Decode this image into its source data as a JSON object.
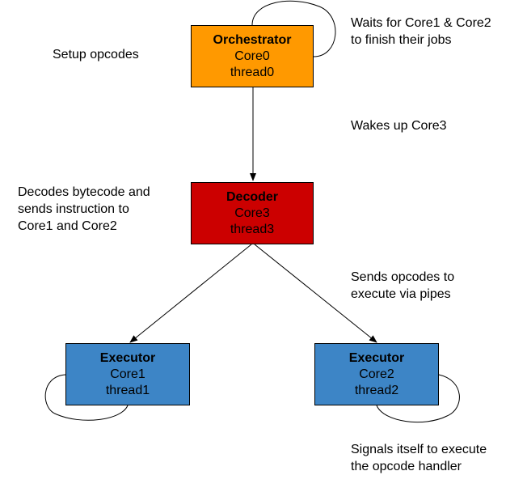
{
  "nodes": {
    "orchestrator": {
      "title": "Orchestrator",
      "core": "Core0",
      "thread": "thread0",
      "color": "#ff9900"
    },
    "decoder": {
      "title": "Decoder",
      "core": "Core3",
      "thread": "thread3",
      "color": "#cc0000"
    },
    "executor1": {
      "title": "Executor",
      "core": "Core1",
      "thread": "thread1",
      "color": "#3d85c6"
    },
    "executor2": {
      "title": "Executor",
      "core": "Core2",
      "thread": "thread2",
      "color": "#3d85c6"
    }
  },
  "notes": {
    "setup": "Setup opcodes",
    "wait": "Waits for Core1 & Core2\nto finish their jobs",
    "wake": "Wakes up Core3",
    "decode": "Decodes bytecode and\nsends instruction to\nCore1 and Core2",
    "sends": "Sends opcodes to\nexecute via pipes",
    "signal": "Signals itself to execute\nthe opcode handler"
  },
  "edges": [
    {
      "from": "orchestrator",
      "to": "decoder"
    },
    {
      "from": "decoder",
      "to": "executor1"
    },
    {
      "from": "decoder",
      "to": "executor2"
    },
    {
      "from": "orchestrator",
      "to": "orchestrator"
    },
    {
      "from": "executor1",
      "to": "executor1"
    },
    {
      "from": "executor2",
      "to": "executor2"
    }
  ]
}
